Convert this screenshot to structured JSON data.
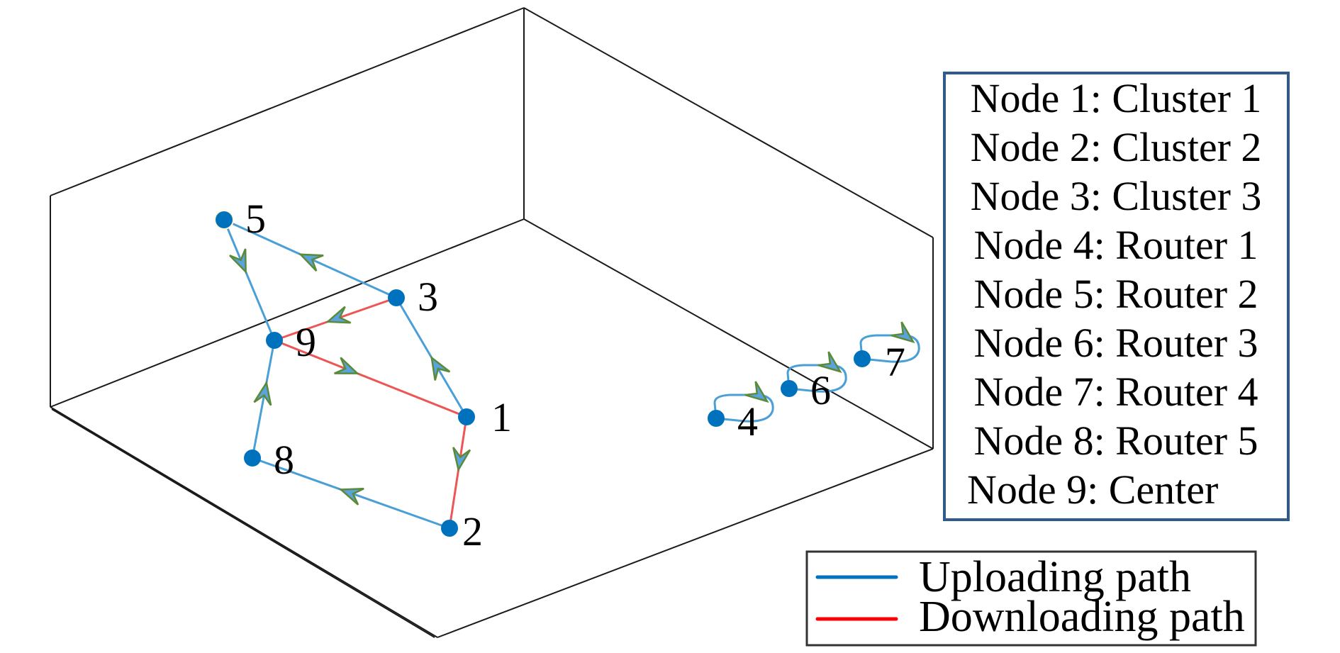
{
  "colors": {
    "node": "#0072bd",
    "node_halo": "#fff7d6",
    "uploading": "#4a9fd6",
    "downloading": "#ee5555",
    "arrow_fill": "#5aa3dc",
    "arrow_stroke": "#5b8a3a",
    "legend_uploading": "#0072bd",
    "legend_downloading": "#ff0000",
    "info_border": "#2e5a8e",
    "legend_border": "#333333"
  },
  "nodes": [
    {
      "id": "1",
      "label": "1",
      "role": "Cluster 1"
    },
    {
      "id": "2",
      "label": "2",
      "role": "Cluster 2"
    },
    {
      "id": "3",
      "label": "3",
      "role": "Cluster 3"
    },
    {
      "id": "4",
      "label": "4",
      "role": "Router 1"
    },
    {
      "id": "5",
      "label": "5",
      "role": "Router 2",
      "highlighted": true
    },
    {
      "id": "6",
      "label": "6",
      "role": "Router 3"
    },
    {
      "id": "7",
      "label": "7",
      "role": "Router 4"
    },
    {
      "id": "8",
      "label": "8",
      "role": "Router 5"
    },
    {
      "id": "9",
      "label": "9",
      "role": "Center"
    }
  ],
  "edges": [
    {
      "from": "2",
      "to": "8",
      "type": "uploading"
    },
    {
      "from": "8",
      "to": "9",
      "type": "uploading"
    },
    {
      "from": "1",
      "to": "3",
      "type": "uploading"
    },
    {
      "from": "3",
      "to": "5",
      "type": "uploading"
    },
    {
      "from": "5",
      "to": "9",
      "type": "uploading"
    },
    {
      "from": "3",
      "to": "9",
      "type": "downloading"
    },
    {
      "from": "9",
      "to": "1",
      "type": "downloading"
    },
    {
      "from": "1",
      "to": "2",
      "type": "downloading"
    },
    {
      "from": "4",
      "to": "4",
      "type": "uploading"
    },
    {
      "from": "6",
      "to": "6",
      "type": "uploading"
    },
    {
      "from": "7",
      "to": "7",
      "type": "uploading"
    }
  ],
  "info_box": {
    "lines": [
      "Node 1: Cluster 1",
      "Node 2: Cluster 2",
      "Node 3: Cluster 3",
      "Node 4: Router 1",
      "Node 5: Router 2",
      "Node 6: Router 3",
      "Node 7: Router 4",
      "Node 8: Router 5",
      "Node 9: Center"
    ]
  },
  "legend": {
    "entries": [
      {
        "label": "Uploading path",
        "type": "uploading"
      },
      {
        "label": "Downloading path",
        "type": "downloading"
      }
    ]
  }
}
